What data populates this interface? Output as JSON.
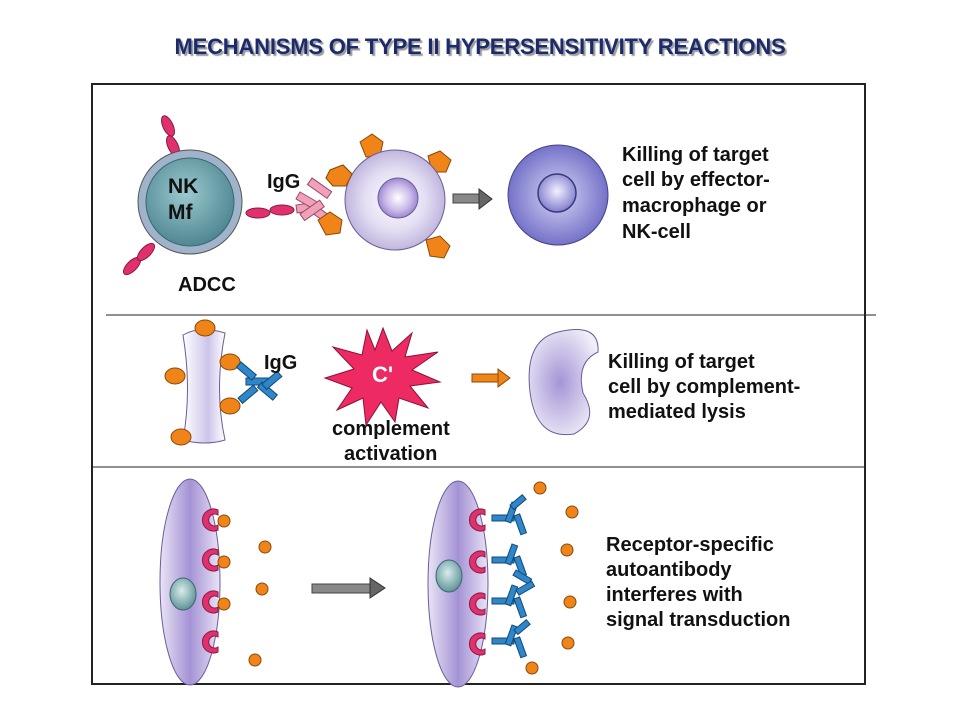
{
  "title": "MECHANISMS OF TYPE II HYPERSENSITIVITY REACTIONS",
  "panel1": {
    "effector_line1": "NK",
    "effector_line2": "Mf",
    "antibody": "IgG",
    "mechanism": "ADCC",
    "desc": [
      "Killing of target",
      "cell by effector-",
      "macrophage or",
      "NK-cell"
    ]
  },
  "panel2": {
    "antibody": "IgG",
    "complement": "C'",
    "activation": [
      "complement",
      "activation"
    ],
    "desc": [
      "Killing of target",
      "cell by complement-",
      "mediated lysis"
    ]
  },
  "panel3": {
    "desc": [
      "Receptor-specific",
      "autoantibody",
      "interferes with",
      "signal transduction"
    ]
  },
  "colors": {
    "title": "#1b2a6b",
    "antigen": "#f08418",
    "receptor": "#e0306e",
    "antibody_igg1": "#f0a0b8",
    "antibody_igg2": "#2f86c8",
    "complement_burst": "#ee2a62",
    "cell_fill": "#c9bfe6",
    "effector_cell": "#5f9aa4"
  }
}
